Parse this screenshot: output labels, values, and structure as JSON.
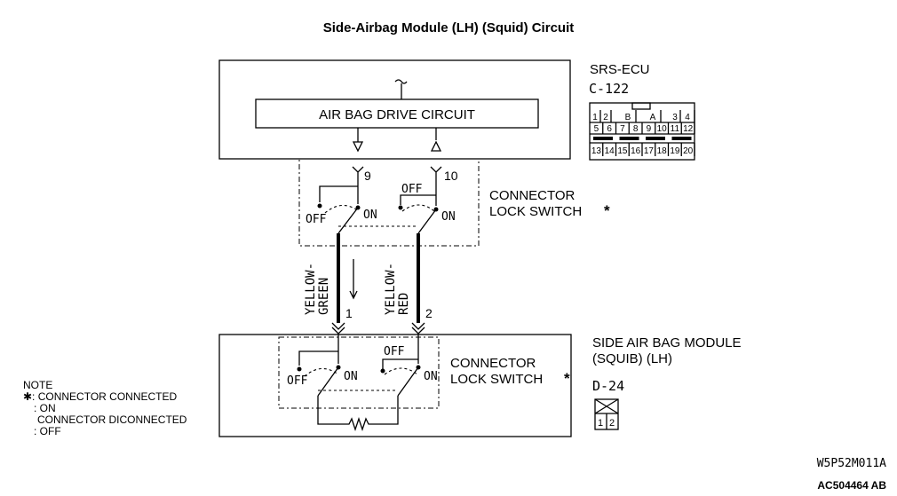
{
  "title": "Side-Airbag Module (LH) (Squid) Circuit",
  "ecu": {
    "name": "SRS-ECU",
    "connector": "C-122",
    "drive_circuit": "AIR BAG DRIVE CIRCUIT",
    "pin_left": "9",
    "pin_right": "10",
    "conn_pins_row1": [
      "1",
      "2",
      "B",
      "A",
      "3",
      "4"
    ],
    "conn_pins_row2": [
      "5",
      "6",
      "7",
      "8",
      "9",
      "10",
      "11",
      "12"
    ],
    "conn_pins_row3": [
      "13",
      "14",
      "15",
      "16",
      "17",
      "18",
      "19",
      "20"
    ]
  },
  "switch_upper": {
    "label1": "CONNECTOR",
    "label2": "LOCK SWITCH",
    "star": "*",
    "off": "OFF",
    "on": "ON"
  },
  "wires": {
    "left_color_1": "YELLOW-",
    "left_color_2": "GREEN",
    "right_color_1": "YELLOW-",
    "right_color_2": "RED",
    "left_pin": "1",
    "right_pin": "2"
  },
  "module": {
    "name1": "SIDE AIR BAG MODULE",
    "name2": "(SQUIB) (LH)",
    "connector": "D-24",
    "pins": [
      "1",
      "2"
    ]
  },
  "switch_lower": {
    "label1": "CONNECTOR",
    "label2": "LOCK SWITCH",
    "star": "*",
    "off": "OFF",
    "on": "ON"
  },
  "note": {
    "title": "NOTE",
    "line1": "✱: CONNECTOR CONNECTED",
    "line2": ": ON",
    "line3": "CONNECTOR DICONNECTED",
    "line4": ": OFF"
  },
  "codes": {
    "code1": "W5P52M011A",
    "code2": "AC504464 AB"
  }
}
